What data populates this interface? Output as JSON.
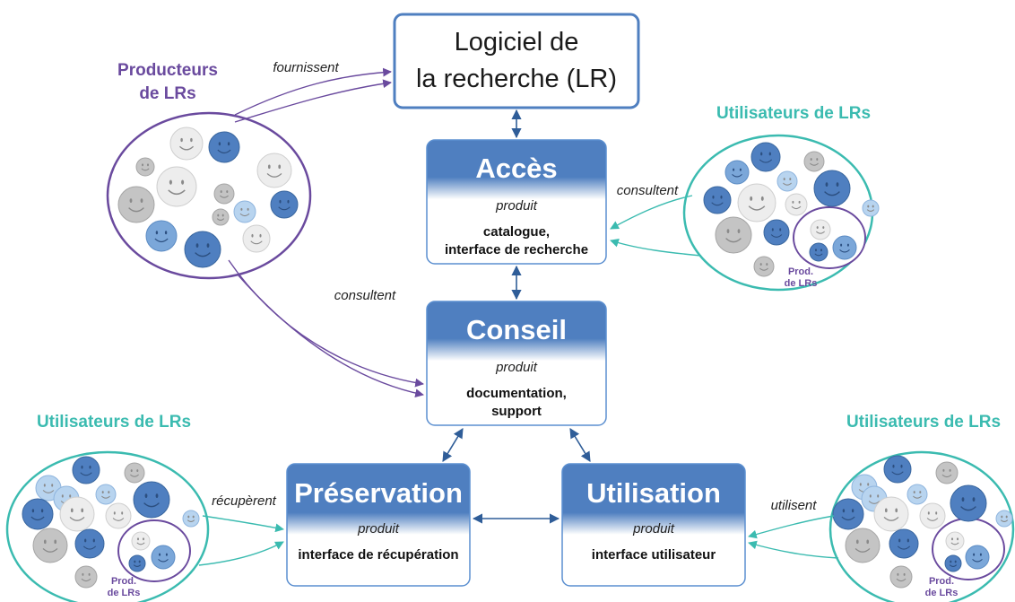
{
  "colors": {
    "box_blue": "#4f7fc0",
    "box_border": "#5b8fd0",
    "purple": "#6a4a9e",
    "teal": "#3bbbb0",
    "arrow_blue": "#2f5d98"
  },
  "lr_box": {
    "line1": "Logiciel de",
    "line2": "la recherche (LR)"
  },
  "boxes": {
    "acces": {
      "title": "Accès",
      "produit": "produit",
      "out1": "catalogue,",
      "out2": "interface de recherche"
    },
    "conseil": {
      "title": "Conseil",
      "produit": "produit",
      "out1": "documentation,",
      "out2": "support"
    },
    "preservation": {
      "title": "Préservation",
      "produit": "produit",
      "out1": "interface de récupération"
    },
    "utilisation": {
      "title": "Utilisation",
      "produit": "produit",
      "out1": "interface utilisateur"
    }
  },
  "groups": {
    "producteurs": {
      "line1": "Producteurs",
      "line2": "de LRs"
    },
    "users_right": {
      "title": "Utilisateurs de LRs",
      "sub1": "Prod.",
      "sub2": "de LRs"
    },
    "users_left": {
      "title": "Utilisateurs de LRs",
      "sub1": "Prod.",
      "sub2": "de LRs"
    },
    "users_bottom_right": {
      "title": "Utilisateurs de LRs",
      "sub1": "Prod.",
      "sub2": "de LRs"
    }
  },
  "edges": {
    "fournissent": "fournissent",
    "consultent_prod": "consultent",
    "consultent_users": "consultent",
    "recuperent": "récupèrent",
    "utilisent": "utilisent"
  }
}
